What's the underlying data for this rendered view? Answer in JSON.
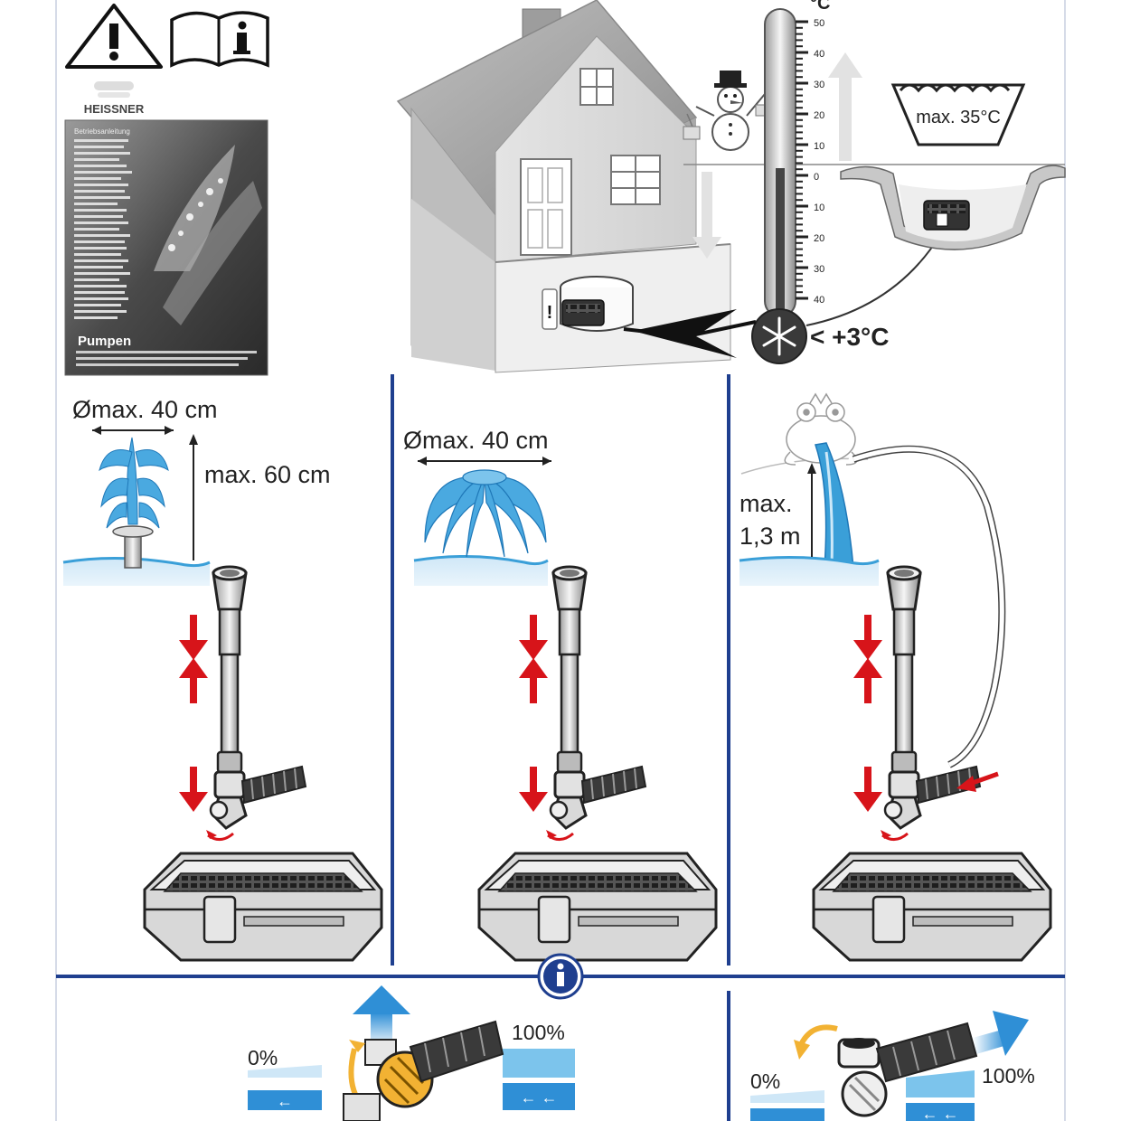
{
  "header": {
    "warning_icon": "warning-triangle-icon",
    "manual_icon": "info-manual-icon",
    "booklet": {
      "brand": "HEISSNER",
      "title": "Pumpen",
      "heading": "Betriebsanleitung"
    }
  },
  "winter": {
    "thermometer_unit": "°C",
    "scale": [
      "50",
      "40",
      "30",
      "20",
      "10",
      "0",
      "10",
      "20",
      "30",
      "40"
    ],
    "min_temp": "< +3°C",
    "max_water_temp": "max. 35°C"
  },
  "panels": [
    {
      "spray_diameter": "Ømax. 40 cm",
      "height": "max. 60 cm",
      "height_value": 60,
      "diameter_value": 40
    },
    {
      "spray_diameter": "Ømax. 40 cm",
      "diameter_value": 40
    },
    {
      "height_line1": "max.",
      "height_line2": "1,3 m",
      "height_value": 1.3
    }
  ],
  "flow": {
    "info_icon": "info-circle-icon",
    "left": {
      "min_label": "0%",
      "max_label": "100%"
    },
    "right": {
      "min_label": "0%",
      "max_label": "100%"
    }
  },
  "colors": {
    "frame_blue": "#1f3f8f",
    "arrow_red": "#d7141a",
    "water_blue": "#3a9fd8",
    "valve_yellow": "#f2b233"
  }
}
